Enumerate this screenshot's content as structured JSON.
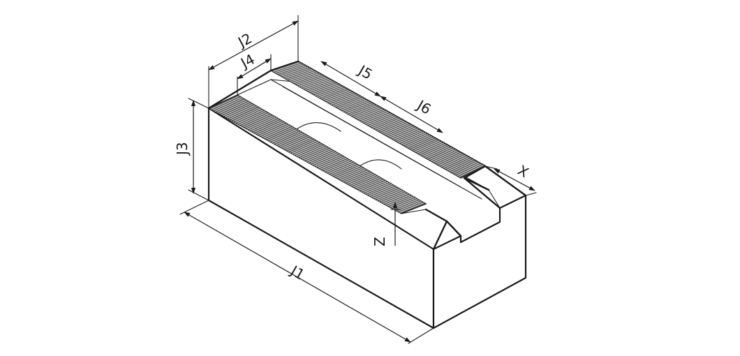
{
  "diagram": {
    "labels": {
      "j1": "J1",
      "j2": "J2",
      "j3": "J3",
      "j4": "J4",
      "j5": "J5",
      "j6": "J6",
      "x": "X",
      "z": "Z"
    },
    "colors": {
      "stroke": "#1a1a1a",
      "serration_fill": "#5a5a5a",
      "serration_line": "#e6e6e6",
      "background": "#ffffff"
    }
  }
}
